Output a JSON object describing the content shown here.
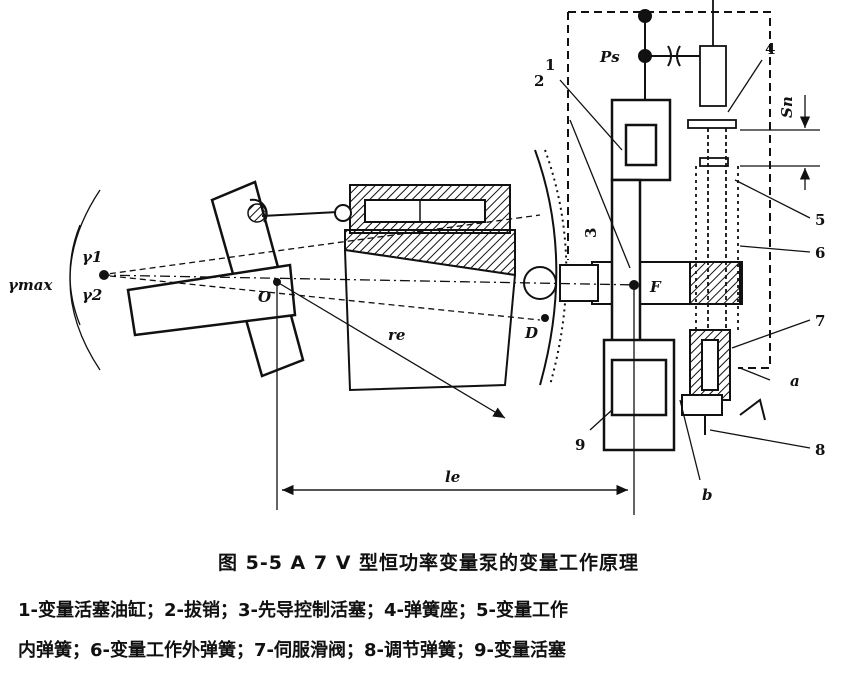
{
  "figure": {
    "labels": {
      "n1": "1",
      "n2": "2",
      "n3": "3",
      "n4": "4",
      "n5": "5",
      "n6": "6",
      "n7": "7",
      "n8": "8",
      "n9": "9",
      "O": "O",
      "F": "F",
      "D": "D",
      "ps": "Ps",
      "a": "a",
      "b": "b",
      "re": "re",
      "le": "le",
      "sn": "Sn",
      "gmax": "γmax",
      "g1": "γ1",
      "g2": "γ2"
    }
  },
  "caption": {
    "title": "图 5-5   A 7 V 型恒功率变量泵的变量工作原理",
    "legend_line1": "1-变量活塞油缸；2-拔销；3-先导控制活塞；4-弹簧座；5-变量工作",
    "legend_line2": "内弹簧；6-变量工作外弹簧；7-伺服滑阀；8-调节弹簧；9-变量活塞"
  }
}
